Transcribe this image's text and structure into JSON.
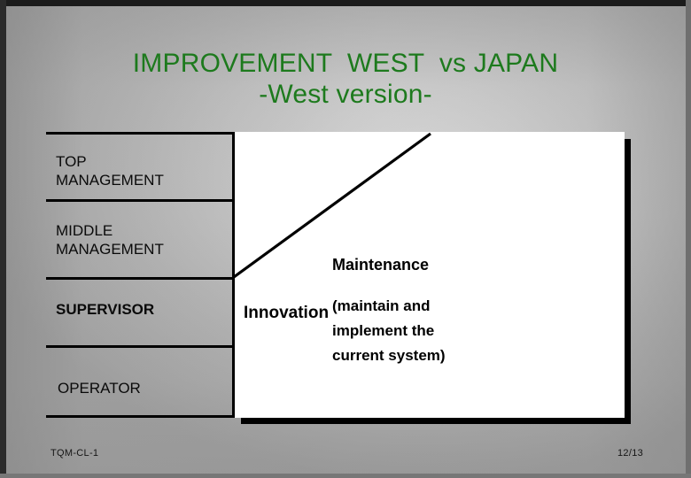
{
  "slide": {
    "title_line1": "IMPROVEMENT  WEST  vs JAPAN",
    "title_line2": "-West version-",
    "title_color": "#1d7a1d"
  },
  "hierarchy": {
    "levels": [
      {
        "label": "TOP\nMANAGEMENT",
        "bold": false
      },
      {
        "label": "MIDDLE\nMANAGEMENT",
        "bold": false
      },
      {
        "label": "SUPERVISOR",
        "bold": true
      },
      {
        "label": "OPERATOR",
        "bold": false
      }
    ]
  },
  "panel": {
    "innovation_label": "Innovation",
    "maintenance_label": "Maintenance",
    "maintenance_note": "(maintain and\nimplement the\ncurrent system)",
    "background": "#ffffff",
    "shadow_color": "#000000"
  },
  "footer": {
    "doc_code": "TQM-CL-1",
    "page": "12/13"
  }
}
